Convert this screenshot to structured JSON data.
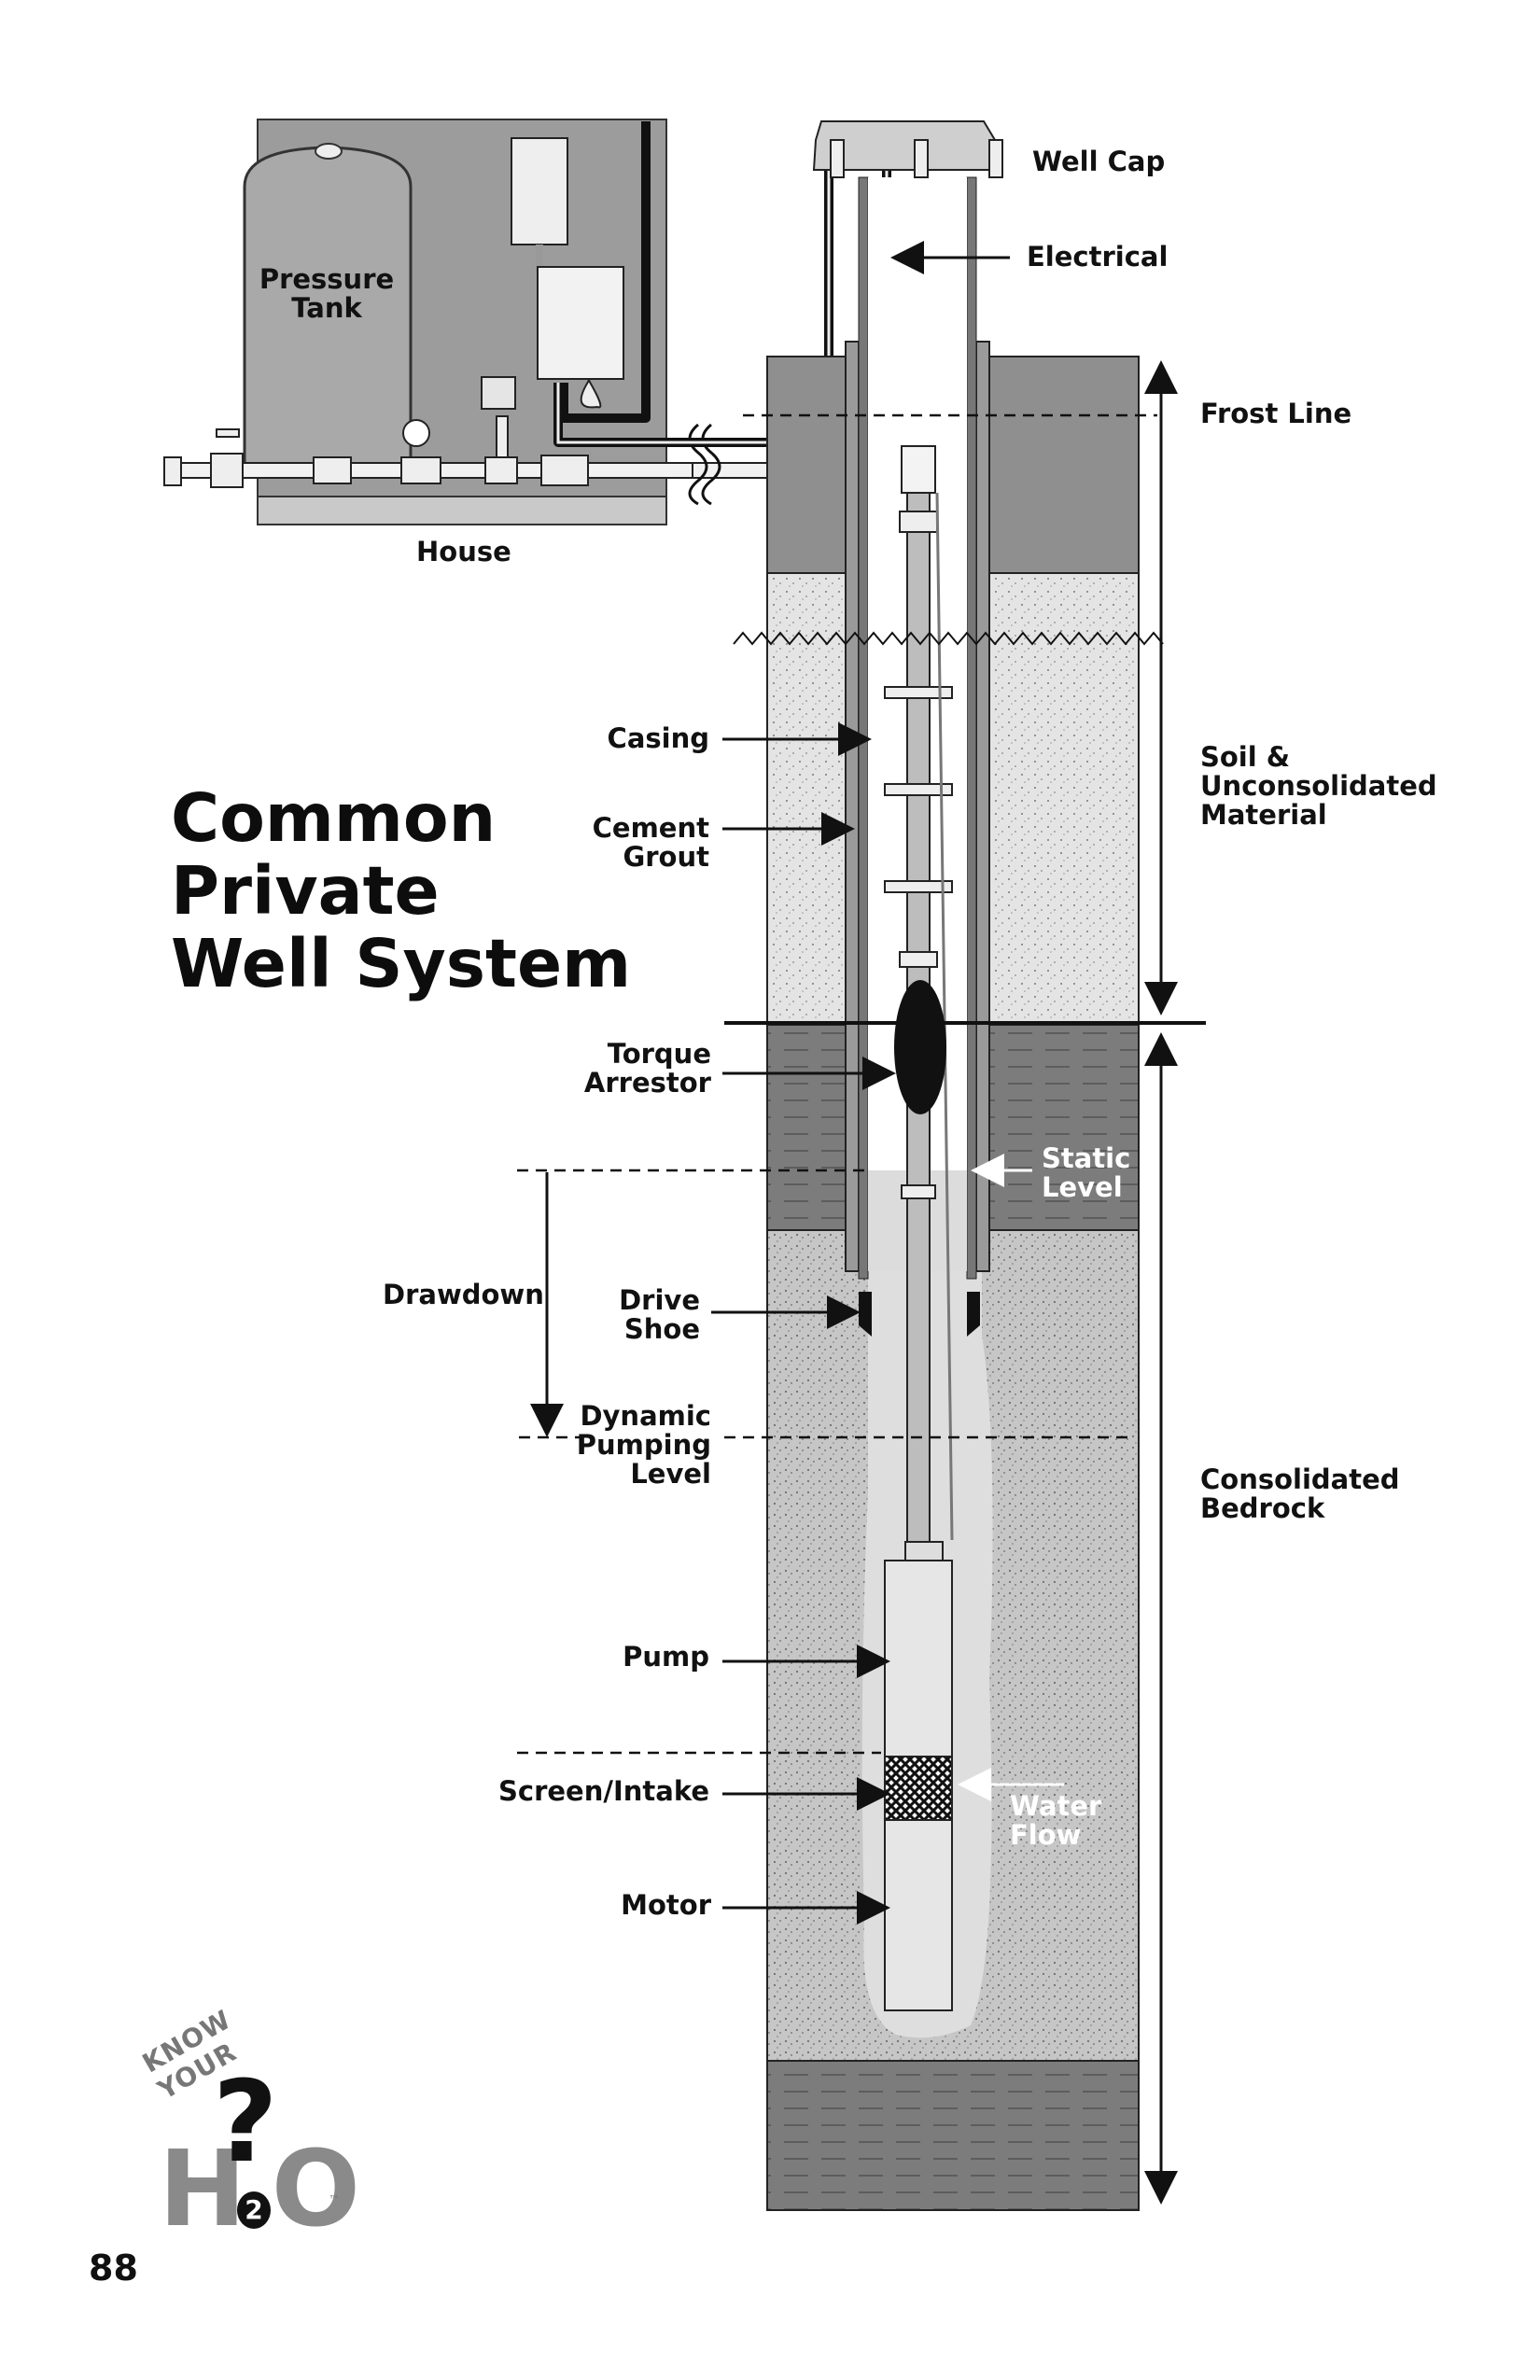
{
  "title": "Common\nPrivate\nWell System",
  "page_number": "88",
  "labels": {
    "well_cap": "Well Cap",
    "electrical": "Electrical",
    "frost_line": "Frost Line",
    "pressure_tank": "Pressure\nTank",
    "house": "House",
    "casing": "Casing",
    "cement_grout": "Cement\nGrout",
    "soil": "Soil &\nUnconsolidated\nMaterial",
    "torque_arrestor": "Torque\nArrestor",
    "static_level": "Static\nLevel",
    "drawdown": "Drawdown",
    "drive_shoe": "Drive\nShoe",
    "dynamic_pumping_level": "Dynamic\nPumping\nLevel",
    "consolidated_bedrock": "Consolidated\nBedrock",
    "pump": "Pump",
    "screen_intake": "Screen/Intake",
    "water_flow": "Water\nFlow",
    "motor": "Motor"
  },
  "logo": {
    "top": "KNOW YOUR",
    "main": "H  O",
    "question": "?",
    "sub": "2",
    "tm": "™"
  },
  "colors": {
    "house_bg": "#9a9a9a",
    "soil": "#e2e2e2",
    "bedrock": "#c8c8c8",
    "shale": "#7b7b7b",
    "topsoil": "#8f8f8f",
    "water": "#d3d3d3"
  }
}
